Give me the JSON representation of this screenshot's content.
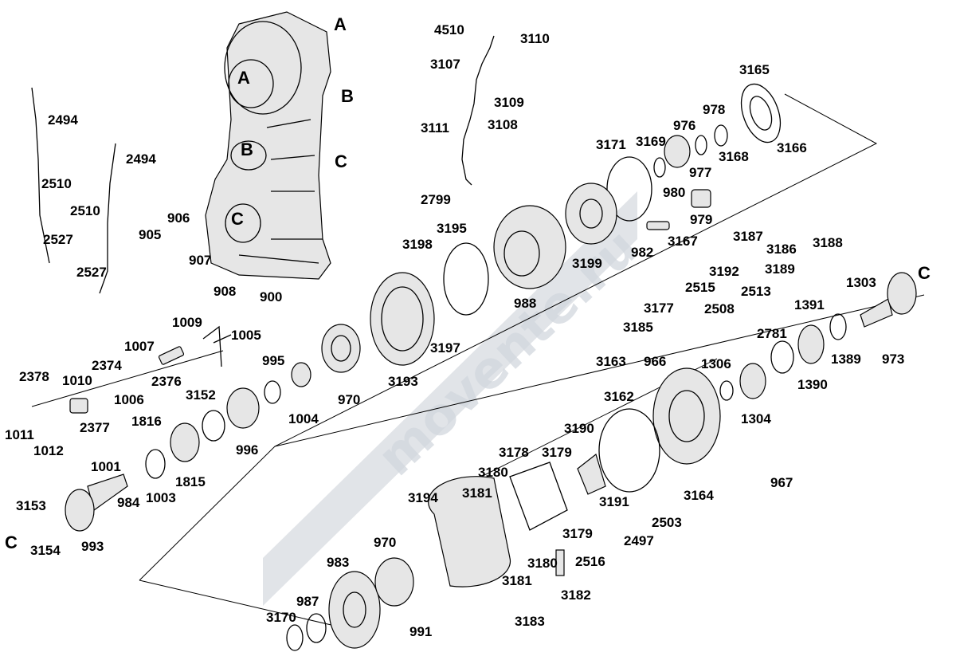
{
  "diagram": {
    "watermark_text": "movente.ru",
    "labels": [
      {
        "id": "lbl-4510",
        "text": "4510"
      },
      {
        "id": "lbl-3110",
        "text": "3110"
      },
      {
        "id": "lbl-3107",
        "text": "3107"
      },
      {
        "id": "lbl-3109",
        "text": "3109"
      },
      {
        "id": "lbl-3111",
        "text": "3111"
      },
      {
        "id": "lbl-3108",
        "text": "3108"
      },
      {
        "id": "lbl-2799",
        "text": "2799"
      },
      {
        "id": "lbl-2494a",
        "text": "2494"
      },
      {
        "id": "lbl-2494b",
        "text": "2494"
      },
      {
        "id": "lbl-2510a",
        "text": "2510"
      },
      {
        "id": "lbl-2510b",
        "text": "2510"
      },
      {
        "id": "lbl-2527a",
        "text": "2527"
      },
      {
        "id": "lbl-2527b",
        "text": "2527"
      },
      {
        "id": "lbl-905",
        "text": "905"
      },
      {
        "id": "lbl-906",
        "text": "906"
      },
      {
        "id": "lbl-907",
        "text": "907"
      },
      {
        "id": "lbl-908",
        "text": "908"
      },
      {
        "id": "lbl-900",
        "text": "900"
      },
      {
        "id": "lbl-3165",
        "text": "3165"
      },
      {
        "id": "lbl-978",
        "text": "978"
      },
      {
        "id": "lbl-976",
        "text": "976"
      },
      {
        "id": "lbl-3169",
        "text": "3169"
      },
      {
        "id": "lbl-3171",
        "text": "3171"
      },
      {
        "id": "lbl-3168",
        "text": "3168"
      },
      {
        "id": "lbl-3166",
        "text": "3166"
      },
      {
        "id": "lbl-977",
        "text": "977"
      },
      {
        "id": "lbl-980",
        "text": "980"
      },
      {
        "id": "lbl-979",
        "text": "979"
      },
      {
        "id": "lbl-3167",
        "text": "3167"
      },
      {
        "id": "lbl-982",
        "text": "982"
      },
      {
        "id": "lbl-3199",
        "text": "3199"
      },
      {
        "id": "lbl-3195",
        "text": "3195"
      },
      {
        "id": "lbl-3198",
        "text": "3198"
      },
      {
        "id": "lbl-988",
        "text": "988"
      },
      {
        "id": "lbl-3187",
        "text": "3187"
      },
      {
        "id": "lbl-3186",
        "text": "3186"
      },
      {
        "id": "lbl-3188",
        "text": "3188"
      },
      {
        "id": "lbl-3192",
        "text": "3192"
      },
      {
        "id": "lbl-3189",
        "text": "3189"
      },
      {
        "id": "lbl-2515",
        "text": "2515"
      },
      {
        "id": "lbl-2513",
        "text": "2513"
      },
      {
        "id": "lbl-1303",
        "text": "1303"
      },
      {
        "id": "lbl-3177",
        "text": "3177"
      },
      {
        "id": "lbl-2508",
        "text": "2508"
      },
      {
        "id": "lbl-1391",
        "text": "1391"
      },
      {
        "id": "lbl-3185",
        "text": "3185"
      },
      {
        "id": "lbl-2781",
        "text": "2781"
      },
      {
        "id": "lbl-1389",
        "text": "1389"
      },
      {
        "id": "lbl-973",
        "text": "973"
      },
      {
        "id": "lbl-1009",
        "text": "1009"
      },
      {
        "id": "lbl-1005",
        "text": "1005"
      },
      {
        "id": "lbl-1007",
        "text": "1007"
      },
      {
        "id": "lbl-2374",
        "text": "2374"
      },
      {
        "id": "lbl-2378",
        "text": "2378"
      },
      {
        "id": "lbl-1010",
        "text": "1010"
      },
      {
        "id": "lbl-2376",
        "text": "2376"
      },
      {
        "id": "lbl-1006",
        "text": "1006"
      },
      {
        "id": "lbl-995",
        "text": "995"
      },
      {
        "id": "lbl-3197",
        "text": "3197"
      },
      {
        "id": "lbl-3193",
        "text": "3193"
      },
      {
        "id": "lbl-970a",
        "text": "970"
      },
      {
        "id": "lbl-3152",
        "text": "3152"
      },
      {
        "id": "lbl-1004",
        "text": "1004"
      },
      {
        "id": "lbl-1011",
        "text": "1011"
      },
      {
        "id": "lbl-2377",
        "text": "2377"
      },
      {
        "id": "lbl-1012",
        "text": "1012"
      },
      {
        "id": "lbl-1816",
        "text": "1816"
      },
      {
        "id": "lbl-996",
        "text": "996"
      },
      {
        "id": "lbl-1815",
        "text": "1815"
      },
      {
        "id": "lbl-1001",
        "text": "1001"
      },
      {
        "id": "lbl-1003",
        "text": "1003"
      },
      {
        "id": "lbl-984",
        "text": "984"
      },
      {
        "id": "lbl-3153",
        "text": "3153"
      },
      {
        "id": "lbl-3154",
        "text": "3154"
      },
      {
        "id": "lbl-993",
        "text": "993"
      },
      {
        "id": "lbl-3163",
        "text": "3163"
      },
      {
        "id": "lbl-966",
        "text": "966"
      },
      {
        "id": "lbl-1306",
        "text": "1306"
      },
      {
        "id": "lbl-1390",
        "text": "1390"
      },
      {
        "id": "lbl-3162",
        "text": "3162"
      },
      {
        "id": "lbl-1304",
        "text": "1304"
      },
      {
        "id": "lbl-3190",
        "text": "3190"
      },
      {
        "id": "lbl-3178",
        "text": "3178"
      },
      {
        "id": "lbl-3179a",
        "text": "3179"
      },
      {
        "id": "lbl-3180a",
        "text": "3180"
      },
      {
        "id": "lbl-3181a",
        "text": "3181"
      },
      {
        "id": "lbl-3194",
        "text": "3194"
      },
      {
        "id": "lbl-3191",
        "text": "3191"
      },
      {
        "id": "lbl-3164",
        "text": "3164"
      },
      {
        "id": "lbl-967",
        "text": "967"
      },
      {
        "id": "lbl-2503",
        "text": "2503"
      },
      {
        "id": "lbl-2497",
        "text": "2497"
      },
      {
        "id": "lbl-3179b",
        "text": "3179"
      },
      {
        "id": "lbl-970b",
        "text": "970"
      },
      {
        "id": "lbl-3180b",
        "text": "3180"
      },
      {
        "id": "lbl-2516",
        "text": "2516"
      },
      {
        "id": "lbl-3181b",
        "text": "3181"
      },
      {
        "id": "lbl-3182",
        "text": "3182"
      },
      {
        "id": "lbl-983",
        "text": "983"
      },
      {
        "id": "lbl-987",
        "text": "987"
      },
      {
        "id": "lbl-3183",
        "text": "3183"
      },
      {
        "id": "lbl-3170",
        "text": "3170"
      },
      {
        "id": "lbl-991",
        "text": "991"
      }
    ],
    "callouts": [
      {
        "id": "ref-A1",
        "text": "A"
      },
      {
        "id": "ref-A2",
        "text": "A"
      },
      {
        "id": "ref-B1",
        "text": "B"
      },
      {
        "id": "ref-B2",
        "text": "B"
      },
      {
        "id": "ref-C1",
        "text": "C"
      },
      {
        "id": "ref-C2",
        "text": "C"
      },
      {
        "id": "ref-C3",
        "text": "C"
      },
      {
        "id": "ref-C4",
        "text": "C"
      }
    ]
  }
}
